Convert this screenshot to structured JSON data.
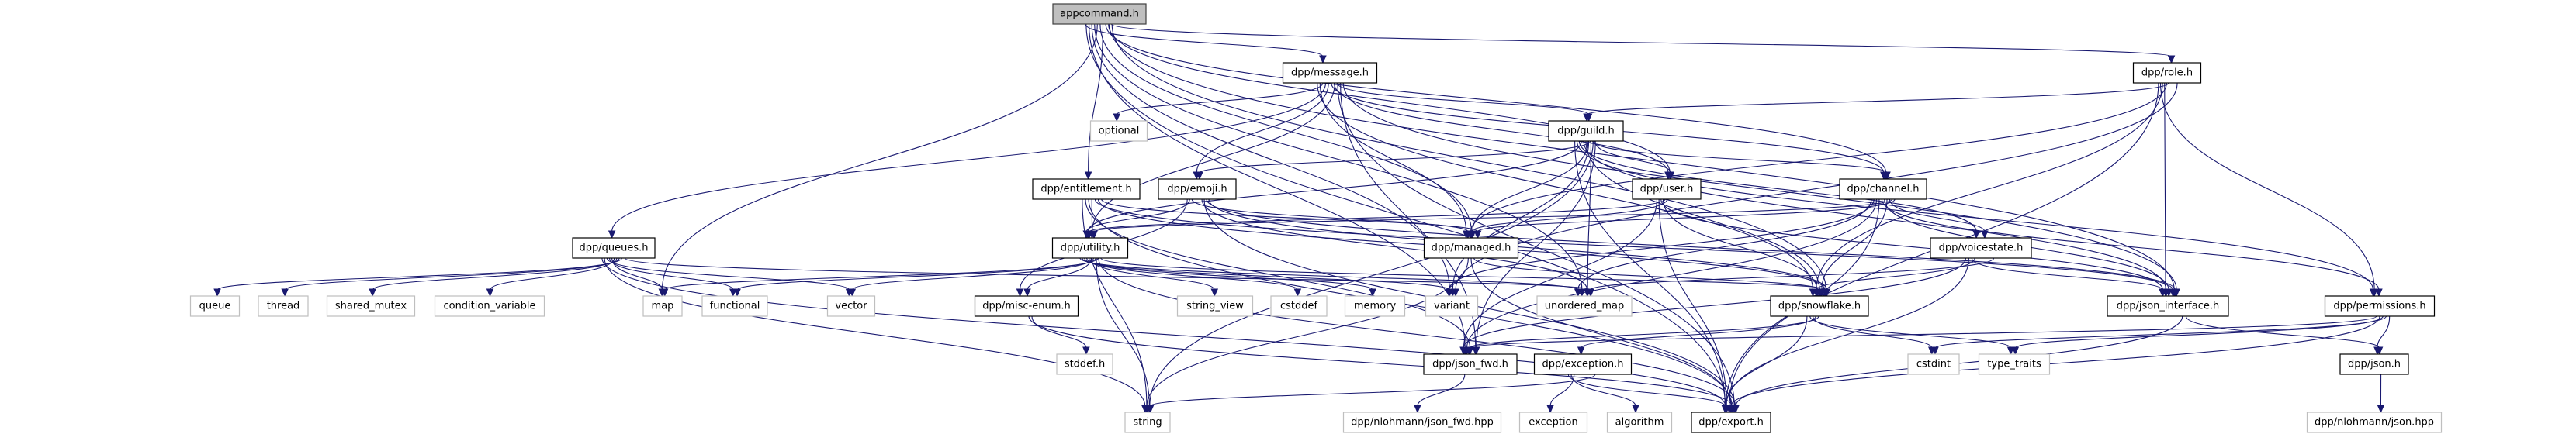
{
  "colors": {
    "edge": "#191970",
    "root_fill": "#bfbfbf",
    "documented_border": "#000000",
    "system_border": "#bfbfbf"
  },
  "nodes": [
    {
      "label": "appcommand.h",
      "kind": "root"
    },
    {
      "label": "dpp/message.h",
      "kind": "documented"
    },
    {
      "label": "dpp/role.h",
      "kind": "documented"
    },
    {
      "label": "optional",
      "kind": "system"
    },
    {
      "label": "dpp/guild.h",
      "kind": "documented"
    },
    {
      "label": "dpp/entitlement.h",
      "kind": "documented"
    },
    {
      "label": "dpp/emoji.h",
      "kind": "documented"
    },
    {
      "label": "dpp/user.h",
      "kind": "documented"
    },
    {
      "label": "dpp/channel.h",
      "kind": "documented"
    },
    {
      "label": "dpp/queues.h",
      "kind": "documented"
    },
    {
      "label": "dpp/utility.h",
      "kind": "documented"
    },
    {
      "label": "dpp/managed.h",
      "kind": "documented"
    },
    {
      "label": "dpp/voicestate.h",
      "kind": "documented"
    },
    {
      "label": "queue",
      "kind": "system"
    },
    {
      "label": "thread",
      "kind": "system"
    },
    {
      "label": "shared_mutex",
      "kind": "system"
    },
    {
      "label": "condition_variable",
      "kind": "system"
    },
    {
      "label": "map",
      "kind": "system"
    },
    {
      "label": "functional",
      "kind": "system"
    },
    {
      "label": "vector",
      "kind": "system"
    },
    {
      "label": "dpp/misc-enum.h",
      "kind": "documented"
    },
    {
      "label": "string_view",
      "kind": "system"
    },
    {
      "label": "cstddef",
      "kind": "system"
    },
    {
      "label": "memory",
      "kind": "system"
    },
    {
      "label": "variant",
      "kind": "system"
    },
    {
      "label": "unordered_map",
      "kind": "system"
    },
    {
      "label": "dpp/snowflake.h",
      "kind": "documented"
    },
    {
      "label": "dpp/json_interface.h",
      "kind": "documented"
    },
    {
      "label": "dpp/permissions.h",
      "kind": "documented"
    },
    {
      "label": "stddef.h",
      "kind": "system"
    },
    {
      "label": "dpp/json_fwd.h",
      "kind": "documented"
    },
    {
      "label": "dpp/exception.h",
      "kind": "documented"
    },
    {
      "label": "cstdint",
      "kind": "system"
    },
    {
      "label": "type_traits",
      "kind": "system"
    },
    {
      "label": "dpp/json.h",
      "kind": "documented"
    },
    {
      "label": "string",
      "kind": "system"
    },
    {
      "label": "dpp/nlohmann/json_fwd.hpp",
      "kind": "system"
    },
    {
      "label": "exception",
      "kind": "system"
    },
    {
      "label": "algorithm",
      "kind": "system"
    },
    {
      "label": "dpp/export.h",
      "kind": "documented"
    },
    {
      "label": "dpp/nlohmann/json.hpp",
      "kind": "system"
    }
  ],
  "edges": [
    [
      "appcommand.h",
      "dpp/message.h"
    ],
    [
      "appcommand.h",
      "dpp/role.h"
    ],
    [
      "appcommand.h",
      "dpp/user.h"
    ],
    [
      "appcommand.h",
      "dpp/channel.h"
    ],
    [
      "appcommand.h",
      "dpp/entitlement.h"
    ],
    [
      "appcommand.h",
      "dpp/managed.h"
    ],
    [
      "appcommand.h",
      "map"
    ],
    [
      "appcommand.h",
      "unordered_map"
    ],
    [
      "appcommand.h",
      "variant"
    ],
    [
      "appcommand.h",
      "dpp/json_fwd.h"
    ],
    [
      "appcommand.h",
      "dpp/export.h"
    ],
    [
      "appcommand.h",
      "dpp/snowflake.h"
    ],
    [
      "appcommand.h",
      "dpp/json_interface.h"
    ],
    [
      "dpp/message.h",
      "dpp/guild.h"
    ],
    [
      "dpp/message.h",
      "dpp/user.h"
    ],
    [
      "dpp/message.h",
      "dpp/channel.h"
    ],
    [
      "dpp/message.h",
      "dpp/emoji.h"
    ],
    [
      "dpp/message.h",
      "dpp/queues.h"
    ],
    [
      "dpp/message.h",
      "optional"
    ],
    [
      "dpp/message.h",
      "dpp/managed.h"
    ],
    [
      "dpp/message.h",
      "dpp/snowflake.h"
    ],
    [
      "dpp/message.h",
      "dpp/json_interface.h"
    ],
    [
      "dpp/message.h",
      "dpp/json_fwd.h"
    ],
    [
      "dpp/message.h",
      "dpp/export.h"
    ],
    [
      "dpp/message.h",
      "dpp/utility.h"
    ],
    [
      "dpp/role.h",
      "dpp/guild.h"
    ],
    [
      "dpp/role.h",
      "dpp/managed.h"
    ],
    [
      "dpp/role.h",
      "dpp/json_interface.h"
    ],
    [
      "dpp/role.h",
      "dpp/snowflake.h"
    ],
    [
      "dpp/role.h",
      "dpp/permissions.h"
    ],
    [
      "dpp/role.h",
      "dpp/export.h"
    ],
    [
      "dpp/role.h",
      "variant"
    ],
    [
      "dpp/guild.h",
      "dpp/user.h"
    ],
    [
      "dpp/guild.h",
      "dpp/channel.h"
    ],
    [
      "dpp/guild.h",
      "dpp/emoji.h"
    ],
    [
      "dpp/guild.h",
      "dpp/managed.h"
    ],
    [
      "dpp/guild.h",
      "dpp/snowflake.h"
    ],
    [
      "dpp/guild.h",
      "dpp/json_interface.h"
    ],
    [
      "dpp/guild.h",
      "dpp/utility.h"
    ],
    [
      "dpp/guild.h",
      "dpp/voicestate.h"
    ],
    [
      "dpp/guild.h",
      "dpp/permissions.h"
    ],
    [
      "dpp/guild.h",
      "dpp/export.h"
    ],
    [
      "dpp/guild.h",
      "dpp/json_fwd.h"
    ],
    [
      "dpp/guild.h",
      "string"
    ],
    [
      "dpp/guild.h",
      "unordered_map"
    ],
    [
      "dpp/guild.h",
      "variant"
    ],
    [
      "dpp/user.h",
      "dpp/managed.h"
    ],
    [
      "dpp/user.h",
      "dpp/utility.h"
    ],
    [
      "dpp/user.h",
      "dpp/snowflake.h"
    ],
    [
      "dpp/user.h",
      "dpp/json_interface.h"
    ],
    [
      "dpp/user.h",
      "dpp/export.h"
    ],
    [
      "dpp/user.h",
      "dpp/json_fwd.h"
    ],
    [
      "dpp/channel.h",
      "dpp/managed.h"
    ],
    [
      "dpp/channel.h",
      "dpp/utility.h"
    ],
    [
      "dpp/channel.h",
      "dpp/voicestate.h"
    ],
    [
      "dpp/channel.h",
      "dpp/snowflake.h"
    ],
    [
      "dpp/channel.h",
      "dpp/json_interface.h"
    ],
    [
      "dpp/channel.h",
      "dpp/permissions.h"
    ],
    [
      "dpp/channel.h",
      "dpp/export.h"
    ],
    [
      "dpp/channel.h",
      "dpp/json_fwd.h"
    ],
    [
      "dpp/channel.h",
      "variant"
    ],
    [
      "dpp/channel.h",
      "unordered_map"
    ],
    [
      "dpp/entitlement.h",
      "dpp/managed.h"
    ],
    [
      "dpp/entitlement.h",
      "dpp/snowflake.h"
    ],
    [
      "dpp/entitlement.h",
      "dpp/json_interface.h"
    ],
    [
      "dpp/entitlement.h",
      "dpp/utility.h"
    ],
    [
      "dpp/entitlement.h",
      "dpp/export.h"
    ],
    [
      "dpp/entitlement.h",
      "dpp/json_fwd.h"
    ],
    [
      "dpp/entitlement.h",
      "string"
    ],
    [
      "dpp/emoji.h",
      "dpp/managed.h"
    ],
    [
      "dpp/emoji.h",
      "dpp/utility.h"
    ],
    [
      "dpp/emoji.h",
      "dpp/misc-enum.h"
    ],
    [
      "dpp/emoji.h",
      "dpp/snowflake.h"
    ],
    [
      "dpp/emoji.h",
      "dpp/json_interface.h"
    ],
    [
      "dpp/emoji.h",
      "dpp/export.h"
    ],
    [
      "dpp/emoji.h",
      "unordered_map"
    ],
    [
      "dpp/managed.h",
      "dpp/snowflake.h"
    ],
    [
      "dpp/managed.h",
      "dpp/export.h"
    ],
    [
      "dpp/managed.h",
      "string"
    ],
    [
      "dpp/voicestate.h",
      "dpp/snowflake.h"
    ],
    [
      "dpp/voicestate.h",
      "dpp/json_interface.h"
    ],
    [
      "dpp/voicestate.h",
      "dpp/export.h"
    ],
    [
      "dpp/voicestate.h",
      "dpp/json_fwd.h"
    ],
    [
      "dpp/voicestate.h",
      "unordered_map"
    ],
    [
      "dpp/queues.h",
      "queue"
    ],
    [
      "dpp/queues.h",
      "thread"
    ],
    [
      "dpp/queues.h",
      "shared_mutex"
    ],
    [
      "dpp/queues.h",
      "condition_variable"
    ],
    [
      "dpp/queues.h",
      "map"
    ],
    [
      "dpp/queues.h",
      "functional"
    ],
    [
      "dpp/queues.h",
      "vector"
    ],
    [
      "dpp/queues.h",
      "string"
    ],
    [
      "dpp/queues.h",
      "dpp/export.h"
    ],
    [
      "dpp/queues.h",
      "unordered_map"
    ],
    [
      "dpp/utility.h",
      "map"
    ],
    [
      "dpp/utility.h",
      "functional"
    ],
    [
      "dpp/utility.h",
      "vector"
    ],
    [
      "dpp/utility.h",
      "dpp/misc-enum.h"
    ],
    [
      "dpp/utility.h",
      "string_view"
    ],
    [
      "dpp/utility.h",
      "cstddef"
    ],
    [
      "dpp/utility.h",
      "memory"
    ],
    [
      "dpp/utility.h",
      "variant"
    ],
    [
      "dpp/utility.h",
      "unordered_map"
    ],
    [
      "dpp/utility.h",
      "dpp/snowflake.h"
    ],
    [
      "dpp/utility.h",
      "dpp/export.h"
    ],
    [
      "dpp/utility.h",
      "string"
    ],
    [
      "dpp/misc-enum.h",
      "stddef.h"
    ],
    [
      "dpp/misc-enum.h",
      "dpp/export.h"
    ],
    [
      "dpp/snowflake.h",
      "dpp/json_fwd.h"
    ],
    [
      "dpp/snowflake.h",
      "dpp/exception.h"
    ],
    [
      "dpp/snowflake.h",
      "cstdint"
    ],
    [
      "dpp/snowflake.h",
      "type_traits"
    ],
    [
      "dpp/snowflake.h",
      "dpp/export.h"
    ],
    [
      "dpp/json_interface.h",
      "dpp/json.h"
    ],
    [
      "dpp/json_interface.h",
      "dpp/export.h"
    ],
    [
      "dpp/permissions.h",
      "dpp/json.h"
    ],
    [
      "dpp/permissions.h",
      "cstdint"
    ],
    [
      "dpp/permissions.h",
      "type_traits"
    ],
    [
      "dpp/permissions.h",
      "dpp/export.h"
    ],
    [
      "dpp/permissions.h",
      "dpp/json_fwd.h"
    ],
    [
      "dpp/json_fwd.h",
      "dpp/nlohmann/json_fwd.hpp"
    ],
    [
      "dpp/exception.h",
      "exception"
    ],
    [
      "dpp/exception.h",
      "algorithm"
    ],
    [
      "dpp/exception.h",
      "dpp/export.h"
    ],
    [
      "dpp/exception.h",
      "string"
    ],
    [
      "dpp/json.h",
      "dpp/nlohmann/json.hpp"
    ]
  ]
}
